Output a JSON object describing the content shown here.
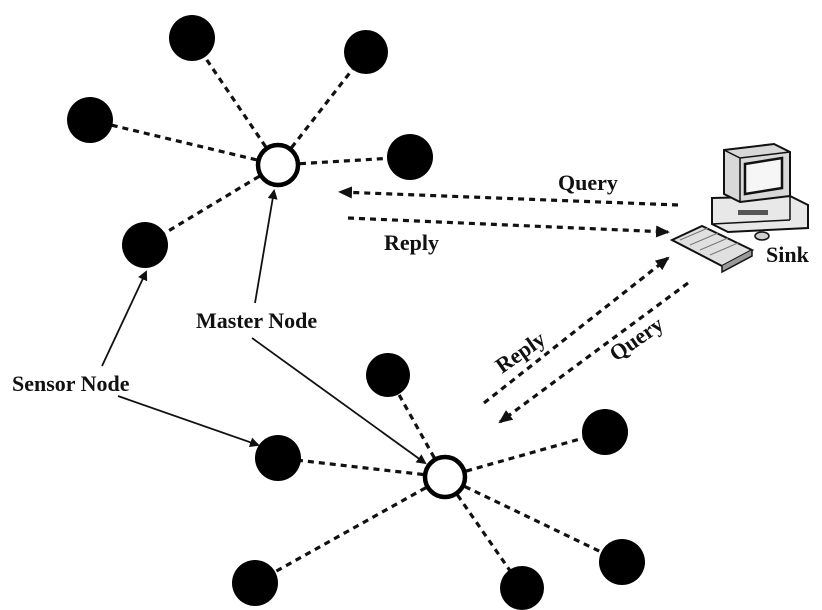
{
  "labels": {
    "query_top": "Query",
    "reply_top": "Reply",
    "sink": "Sink",
    "reply_diag": "Reply",
    "query_diag": "Query",
    "master_node": "Master Node",
    "sensor_node": "Sensor Node"
  },
  "colors": {
    "ink": "#111111",
    "background": "#ffffff"
  },
  "icons": {
    "sink": "desktop-computer-icon"
  }
}
